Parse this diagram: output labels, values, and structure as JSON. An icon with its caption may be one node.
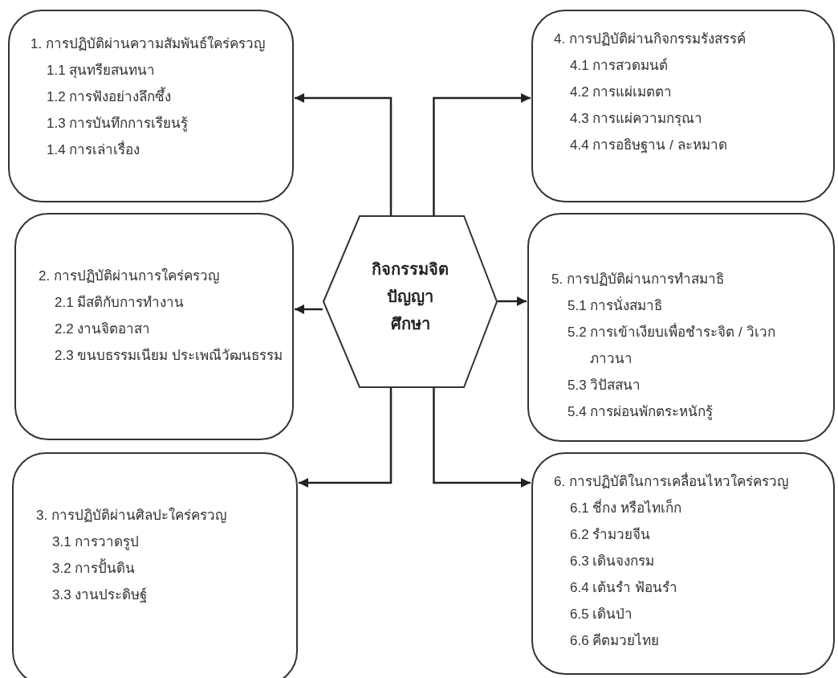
{
  "diagram": {
    "nodes": [
      {
        "text": [
          "กิจกรรมจิตปัญญาศึกษา"
        ]
      },
      {
        "text": [
          "1. การปฏิบัติผ่านความสัมพันธ์ใคร่ครวญ",
          "1.1 สุนทรียสนทนา",
          "1.2 การฟังอย่างลึกซึ้ง",
          "1.3 การบันทึกการเรียนรู้",
          "1.4 การเล่าเรื่อง"
        ]
      },
      {
        "text": [
          "4. การปฏิบัติผ่านกิจกรรมรังสรรค์",
          "4.1 การสวดมนต์",
          "4.2 การแผ่เมตตา",
          "4.3 การแผ่ความกรุณา",
          "4.4 การอธิษฐาน / ละหมาด"
        ]
      },
      {
        "text": [
          "2. การปฏิบัติผ่านการใคร่ครวญ",
          "2.1 มีสติกับการทำงาน",
          "2.2 งานจิตอาสา",
          "2.3 ขนบธรรมเนียม ประเพณีวัฒนธรรม"
        ]
      },
      {
        "text": [
          "5. การปฏิบัติผ่านการทำสมาธิ",
          "5.1 การนั่งสมาธิ",
          "5.2 การเข้าเงียบเพื่อชำระจิต / วิเวกภาวนา",
          "5.3 วิปัสสนา",
          "5.4 การผ่อนพักตระหนักรู้"
        ]
      },
      {
        "text": [
          "3. การปฏิบัติผ่านศิลปะใคร่ครวญ",
          "3.1 การวาดรูป",
          "3.2 การปั้นดิน",
          "3.3 งานประดิษฐ์"
        ]
      },
      {
        "text": [
          "6. การปฏิบัติในการเคลื่อนไหวใคร่ครวญ",
          "6.1 ชี่กง หรือไทเก็ก",
          "6.2 รำมวยจีน",
          "6.3 เดินจงกรม",
          "6.4 เต้นรำ ฟ้อนรำ",
          "6.5 เดินป่า",
          "6.6 คีตมวยไทย"
        ]
      }
    ],
    "edges": [
      {
        "from": 0,
        "to": 1,
        "arrow": "to"
      },
      {
        "from": 0,
        "to": 2,
        "arrow": "to"
      },
      {
        "from": 0,
        "to": 3,
        "arrow": "to"
      },
      {
        "from": 0,
        "to": 4,
        "arrow": "to"
      },
      {
        "from": 0,
        "to": 5,
        "arrow": "to"
      },
      {
        "from": 0,
        "to": 6,
        "arrow": "to"
      }
    ]
  }
}
